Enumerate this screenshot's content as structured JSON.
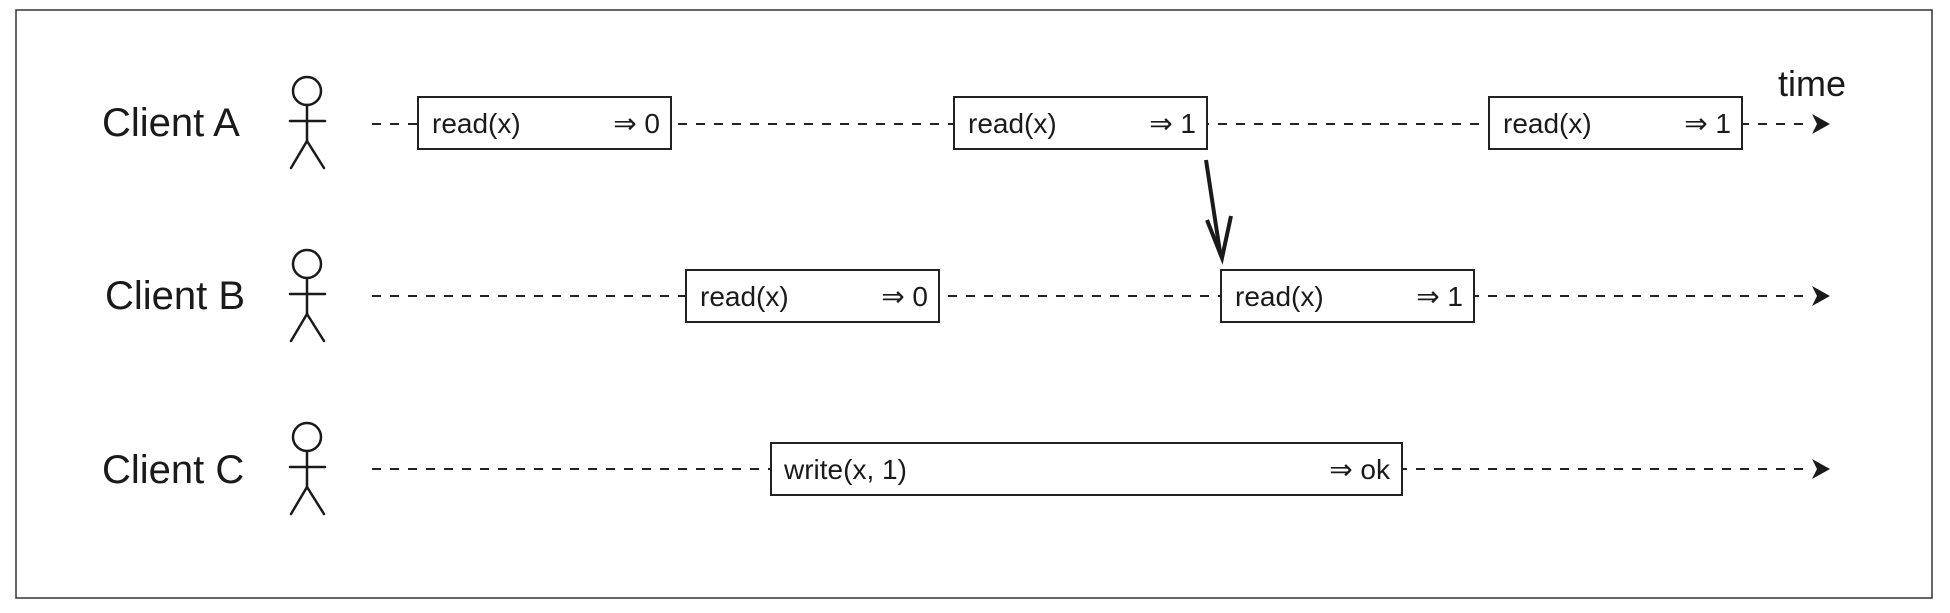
{
  "time_label": "time",
  "clients": [
    {
      "label": "Client A",
      "ops": [
        {
          "op": "read(x)",
          "result": "⇒ 0"
        },
        {
          "op": "read(x)",
          "result": "⇒ 1"
        },
        {
          "op": "read(x)",
          "result": "⇒ 1"
        }
      ]
    },
    {
      "label": "Client B",
      "ops": [
        {
          "op": "read(x)",
          "result": "⇒ 0"
        },
        {
          "op": "read(x)",
          "result": "⇒ 1"
        }
      ]
    },
    {
      "label": "Client C",
      "ops": [
        {
          "op": "write(x, 1)",
          "result": "⇒ ok"
        }
      ]
    }
  ],
  "dependency_arrow": {
    "from": "Client A · read(x) ⇒ 1",
    "to": "Client B · read(x) ⇒ 1"
  },
  "colors": {
    "ink": "#1a1a1a",
    "background": "#ffffff"
  }
}
